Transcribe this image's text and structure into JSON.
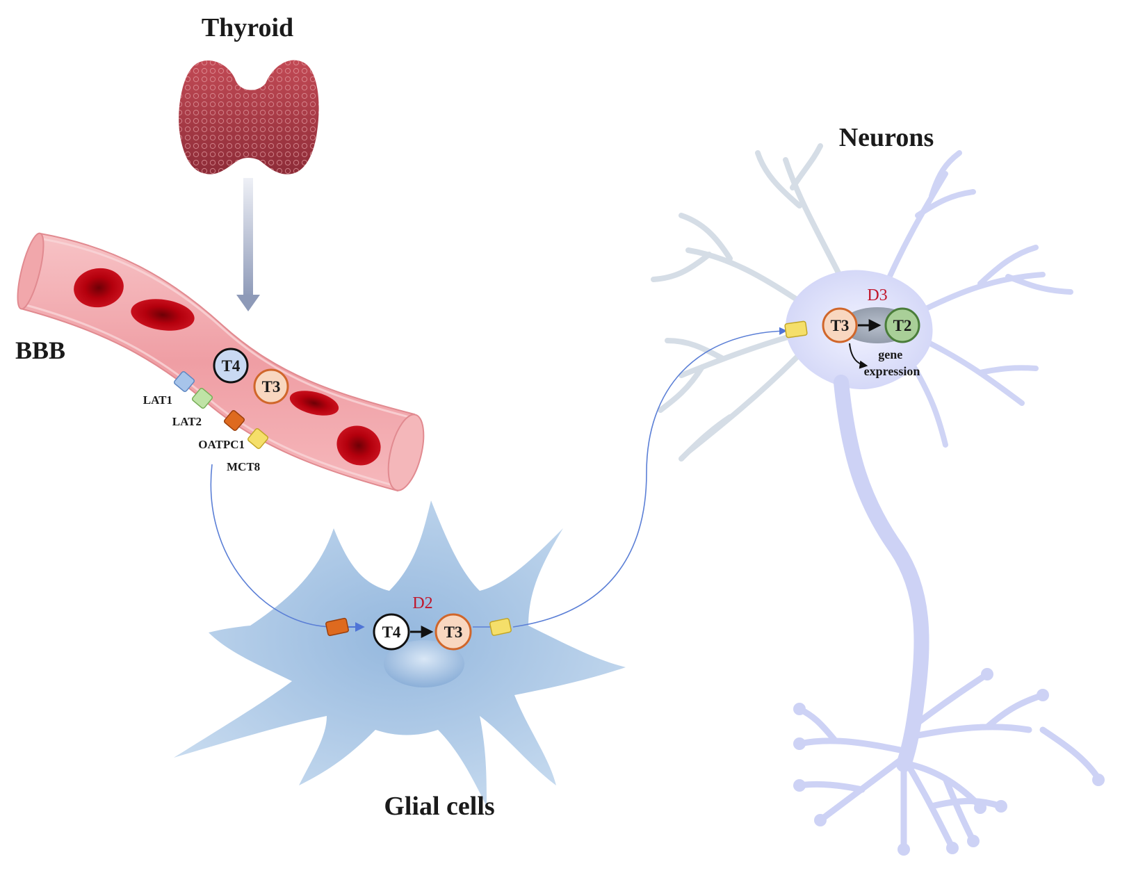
{
  "labels": {
    "thyroid": "Thyroid",
    "neurons": "Neurons",
    "bbb": "BBB",
    "glial_cells": "Glial cells"
  },
  "transporters": {
    "lat1": "LAT1",
    "lat2": "LAT2",
    "oatpc1": "OATPC1",
    "mct8": "MCT8"
  },
  "hormones": {
    "t4": "T4",
    "t3": "T3",
    "t2": "T2"
  },
  "enzymes": {
    "glial": "D2",
    "neuron": "D3"
  },
  "gene_expression": [
    "gene",
    "expression"
  ],
  "colors": {
    "vessel": "#f2a3a8",
    "red_cell": "#b3000c",
    "glia": "#a9c8e6",
    "neuron": "#c7cdf4",
    "enzyme_text": "#c0152a",
    "t4_fill": "#c9d9f2",
    "t3_fill": "#f8d7c0",
    "t3_stroke": "#d0662a",
    "t2_fill": "#a9cf98",
    "t2_stroke": "#4a7d3a",
    "arrow": "#5b7fd6"
  }
}
